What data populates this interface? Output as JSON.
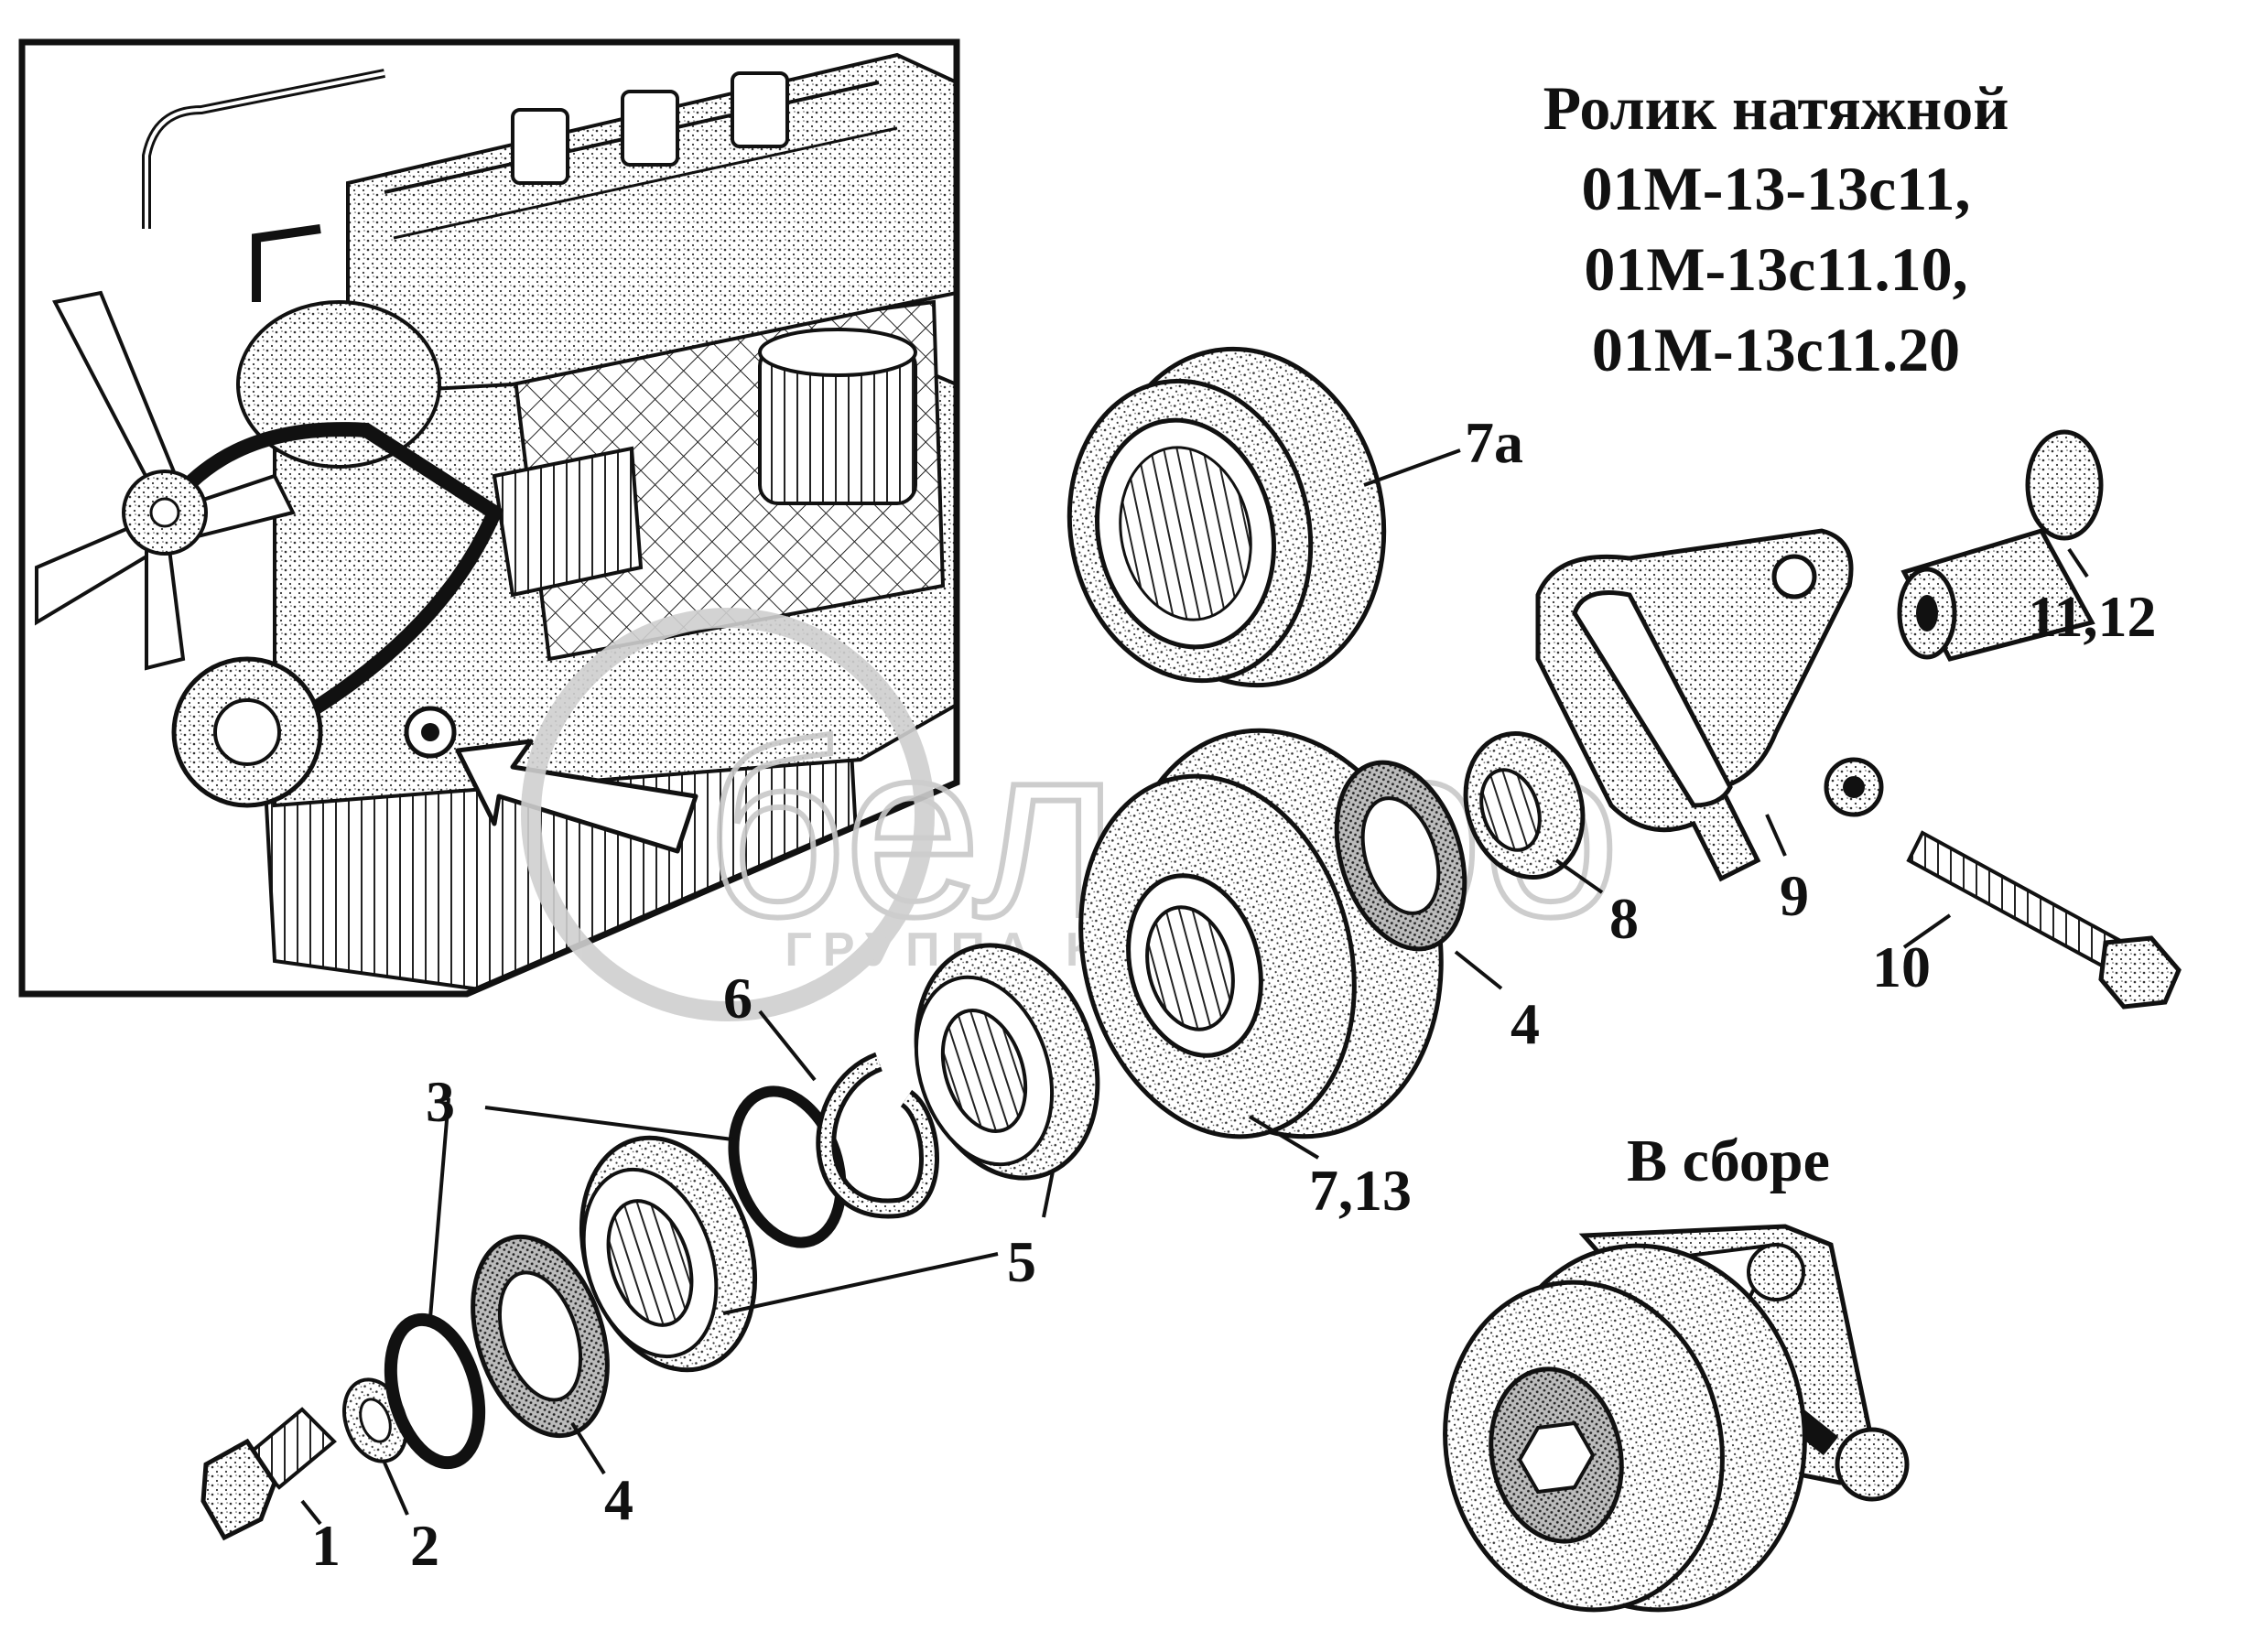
{
  "title": {
    "lines": [
      "Ролик натяжной",
      "01М-13-13с11,",
      "01М-13с11.10,",
      "01М-13с11.20"
    ]
  },
  "assembly_label": "В сборе",
  "watermark": {
    "brand": "белагро",
    "subtitle": "ГРУППА КОМПАНИЙ"
  },
  "callouts": {
    "c1": "1",
    "c2": "2",
    "c3": "3",
    "c4a": "4",
    "c4b": "4",
    "c5": "5",
    "c6": "6",
    "c7_13": "7,13",
    "c7a": "7а",
    "c8": "8",
    "c9": "9",
    "c10": "10",
    "c11_12": "11,12"
  },
  "colors": {
    "ink": "#111111",
    "watermark": "#c8c8c8",
    "background": "#ffffff"
  }
}
